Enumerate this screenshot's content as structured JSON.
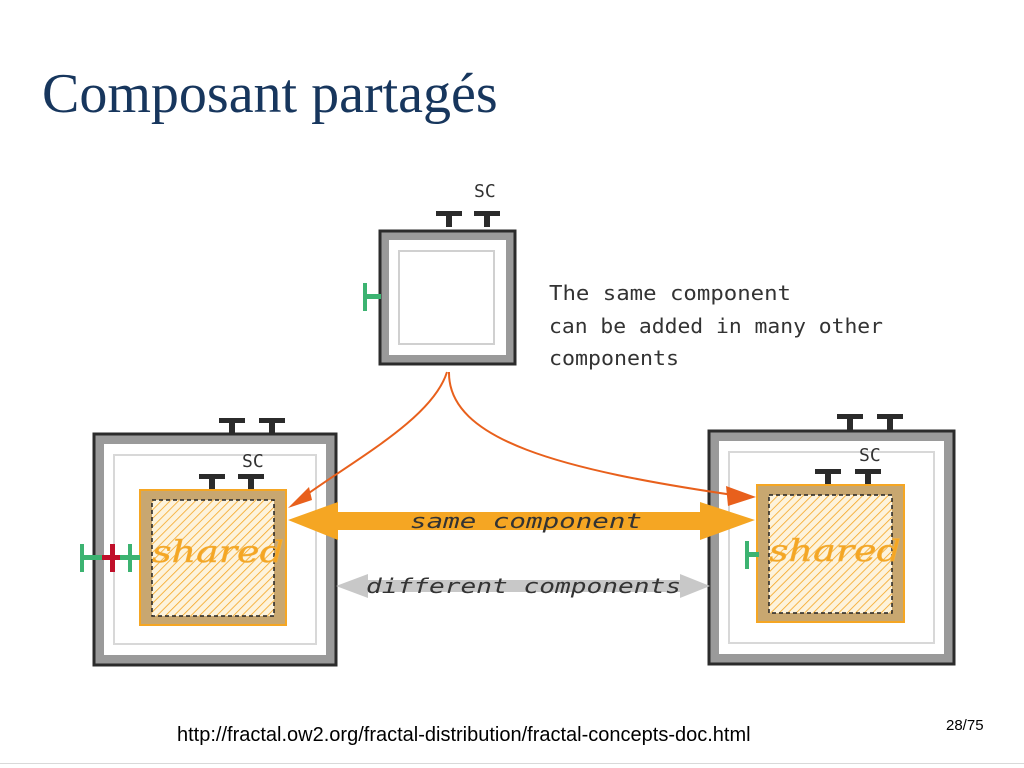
{
  "slide": {
    "title": "Composant partagés",
    "source_url": "http://fractal.ow2.org/fractal-distribution/fractal-concepts-doc.html",
    "page_number": "28/75"
  },
  "diagram": {
    "note_lines": [
      "The same component",
      "can be added in many other",
      "components"
    ],
    "sc_label": "SC",
    "shared_label": "shared",
    "same_arrow_label": "same component",
    "different_arrow_label": "different components",
    "colors": {
      "frame_gray": "#9a9a9a",
      "interface_black": "#2b2b2b",
      "server_interface_green": "#3cb371",
      "client_interface_red": "#c0102a",
      "shared_orange": "#f5a623",
      "shared_inner": "#fdf3dc",
      "arrow_orange_red": "#e8601c",
      "gray_arrow": "#c8c8c8",
      "title_navy": "#17365d"
    }
  }
}
